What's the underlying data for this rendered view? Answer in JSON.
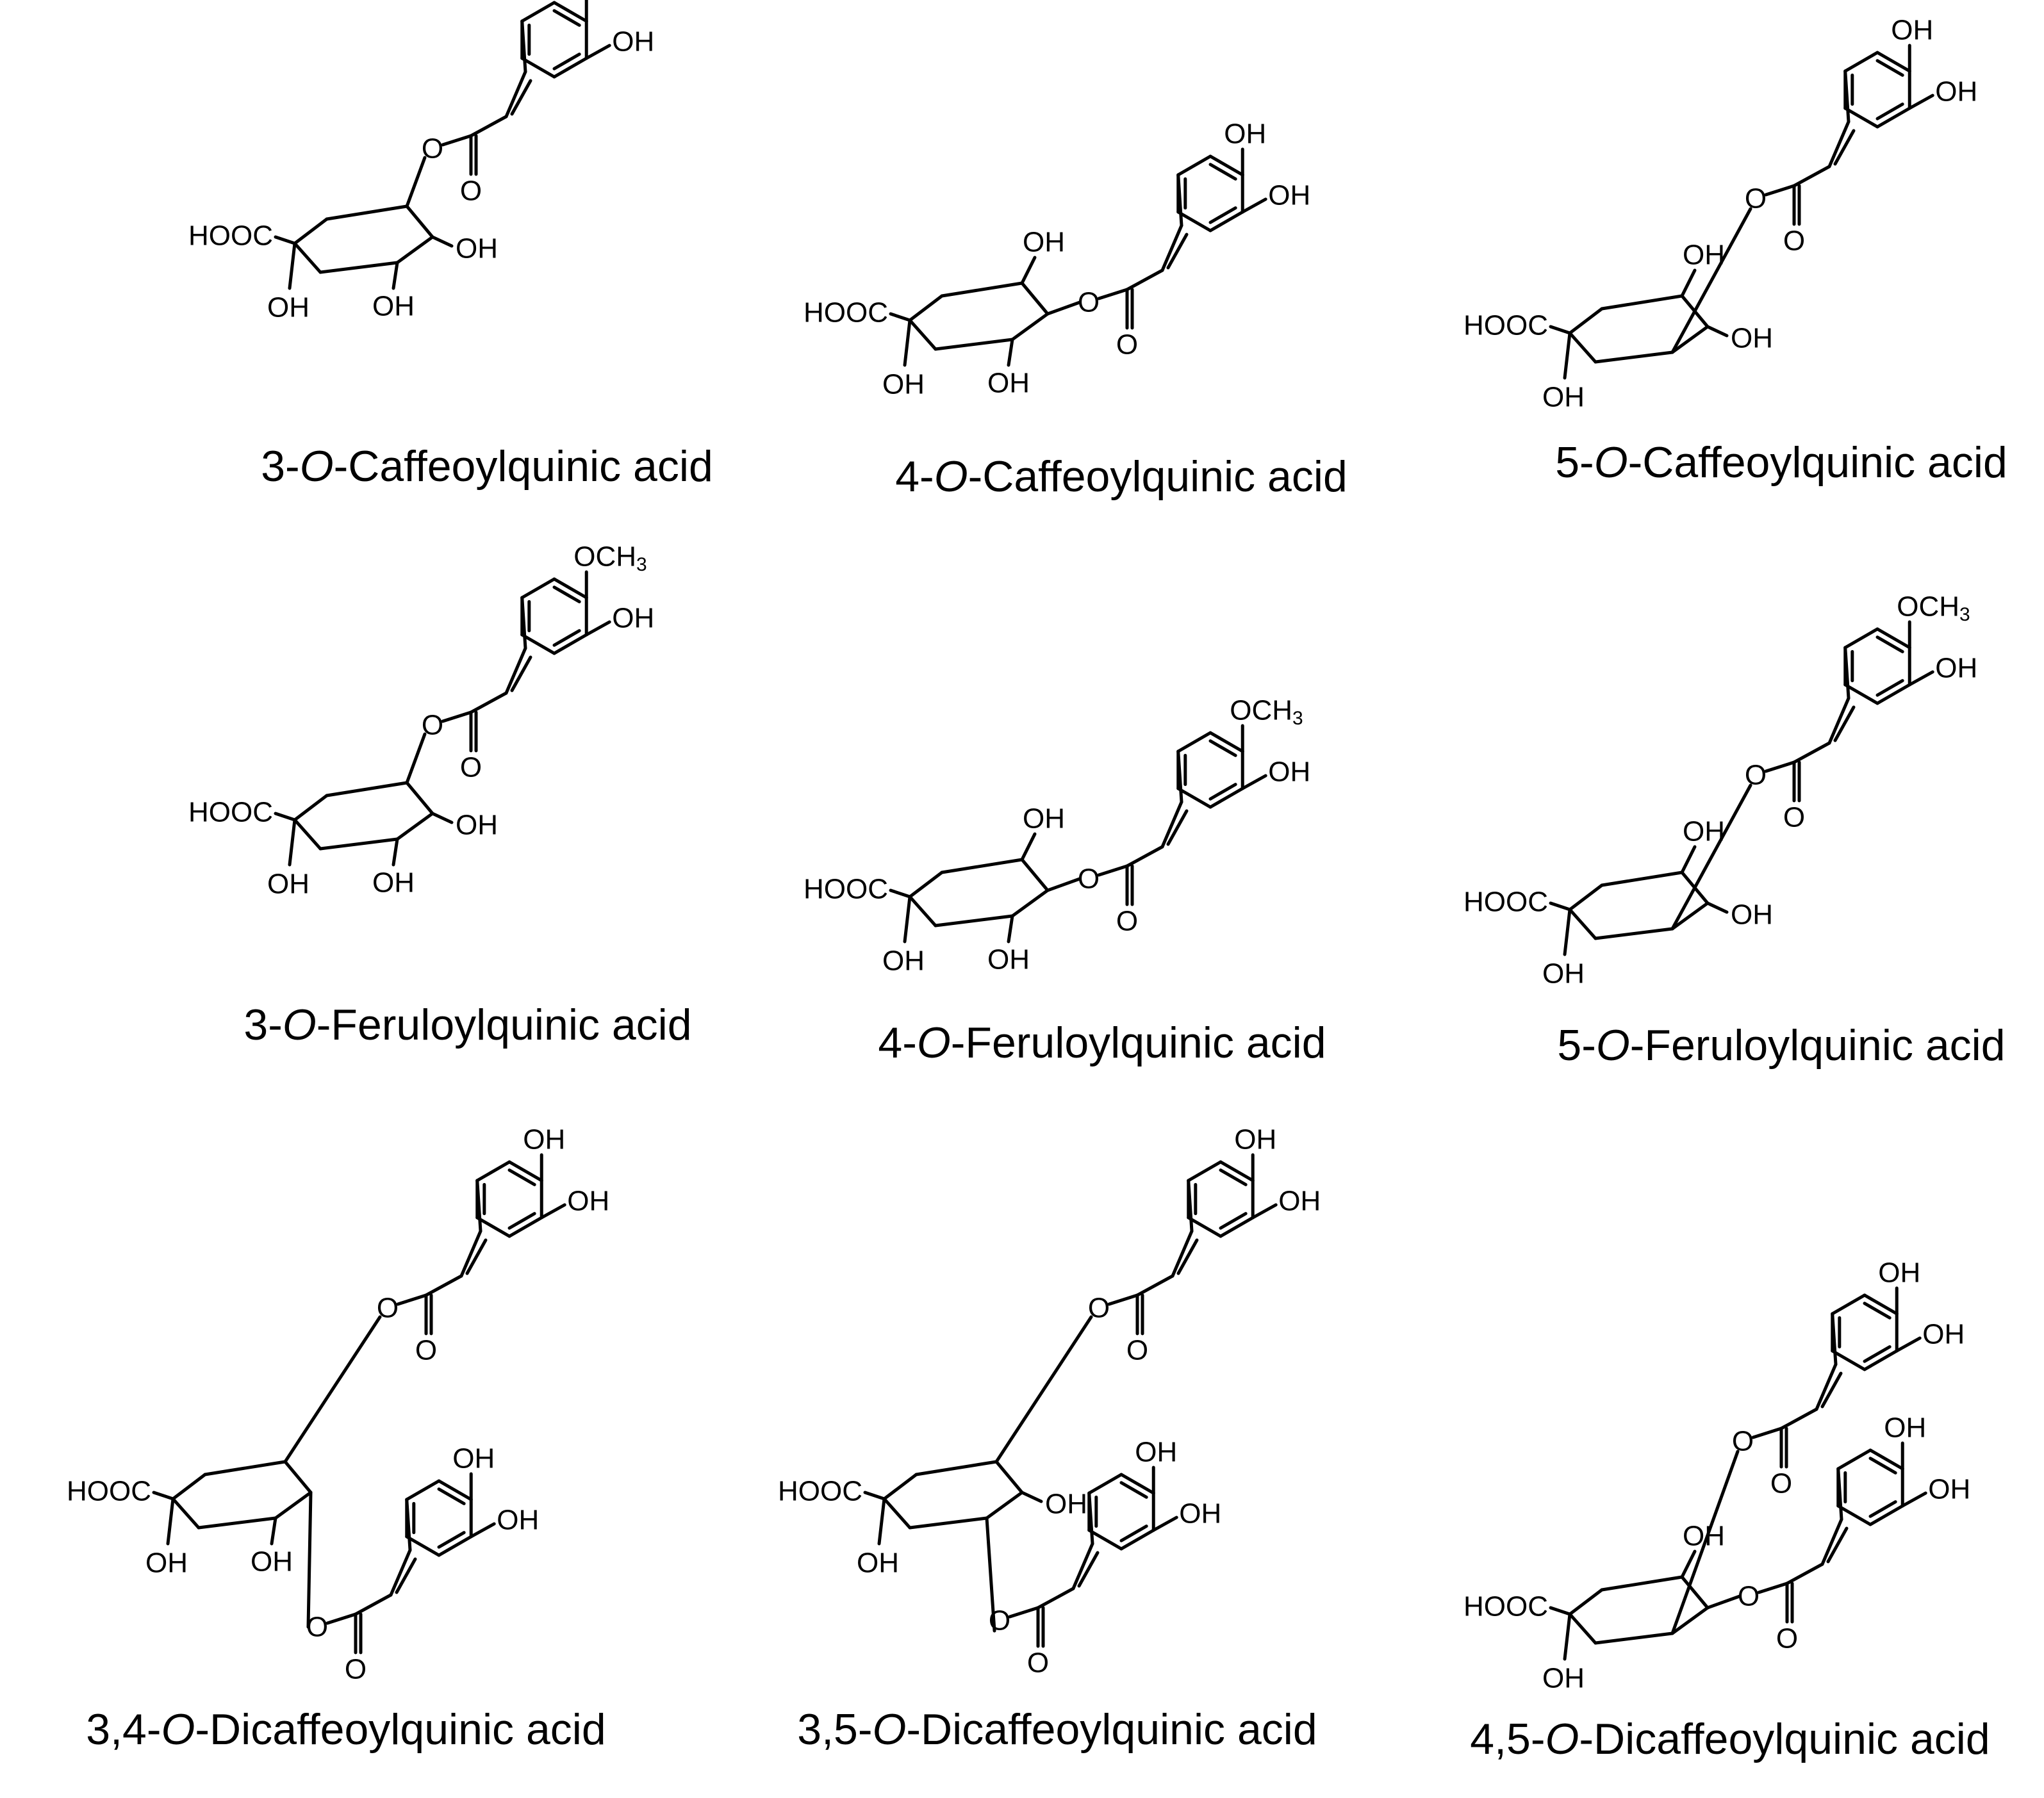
{
  "figure": {
    "compounds": [
      {
        "prefix": "3-",
        "italic": "O",
        "suffix": "-Caffeoylquinic acid",
        "ester_positions": [
          3
        ],
        "acyl": [
          "caffeoyl"
        ]
      },
      {
        "prefix": "4-",
        "italic": "O",
        "suffix": "-Caffeoylquinic acid",
        "ester_positions": [
          4
        ],
        "acyl": [
          "caffeoyl"
        ]
      },
      {
        "prefix": "5-",
        "italic": "O",
        "suffix": "-Caffeoylquinic acid",
        "ester_positions": [
          5
        ],
        "acyl": [
          "caffeoyl"
        ]
      },
      {
        "prefix": "3-",
        "italic": "O",
        "suffix": "-Feruloylquinic acid",
        "ester_positions": [
          3
        ],
        "acyl": [
          "feruloyl"
        ]
      },
      {
        "prefix": "4-",
        "italic": "O",
        "suffix": "-Feruloylquinic acid",
        "ester_positions": [
          4
        ],
        "acyl": [
          "feruloyl"
        ]
      },
      {
        "prefix": "5-",
        "italic": "O",
        "suffix": "-Feruloylquinic acid",
        "ester_positions": [
          5
        ],
        "acyl": [
          "feruloyl"
        ]
      },
      {
        "prefix": "3,4-",
        "italic": "O",
        "suffix": "-Dicaffeoylquinic acid",
        "ester_positions": [
          3,
          4
        ],
        "acyl": [
          "caffeoyl",
          "caffeoyl"
        ]
      },
      {
        "prefix": "3,5-",
        "italic": "O",
        "suffix": "-Dicaffeoylquinic acid",
        "ester_positions": [
          3,
          5
        ],
        "acyl": [
          "caffeoyl",
          "caffeoyl"
        ]
      },
      {
        "prefix": "4,5-",
        "italic": "O",
        "suffix": "-Dicaffeoylquinic acid",
        "ester_positions": [
          4,
          5
        ],
        "acyl": [
          "caffeoyl",
          "caffeoyl"
        ]
      }
    ]
  },
  "atoms": {
    "carboxyl": "HOOC",
    "hydroxyl": "OH",
    "ester_oxygen": "O",
    "carbonyl_oxygen": "O",
    "methoxy": "OCH",
    "methoxy_subscript": "3"
  }
}
